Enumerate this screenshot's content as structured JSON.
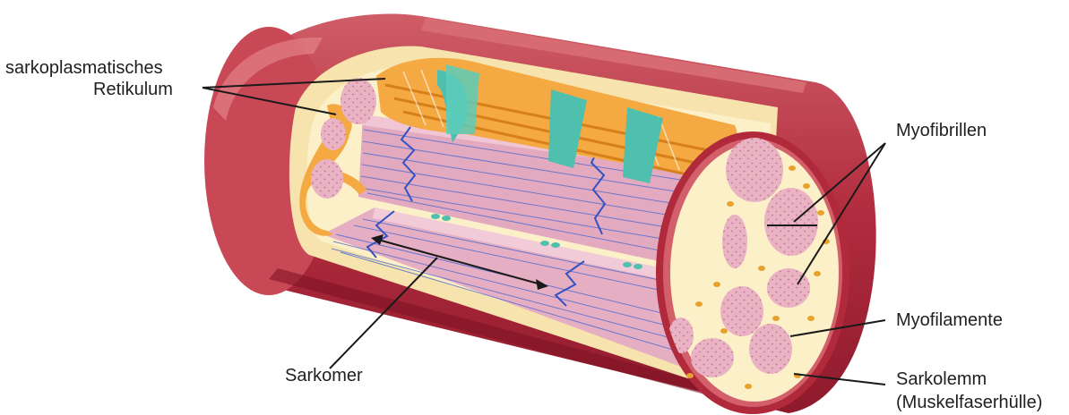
{
  "labels": {
    "sr_line1": "sarkoplasmatisches",
    "sr_line2": "Retikulum",
    "myofibrillen": "Myofibrillen",
    "myofilamente": "Myofilamente",
    "sarkolemm_line1": "Sarkolemm",
    "sarkolemm_line2": "(Muskelfaserhülle)",
    "sarkomer": "Sarkomer"
  },
  "colors": {
    "sarcolemma": "#b02a3c",
    "sarcolemma_highlight": "#d86870",
    "cytoplasm": "#fbf0c8",
    "myofibril": "#e8b2c4",
    "filament_lines": "#3f63c9",
    "reticulum": "#f2a23a",
    "t_tubule": "#4fbfae",
    "mitochondria": "#e8a12c",
    "leader_lines": "#1a1a1a"
  }
}
